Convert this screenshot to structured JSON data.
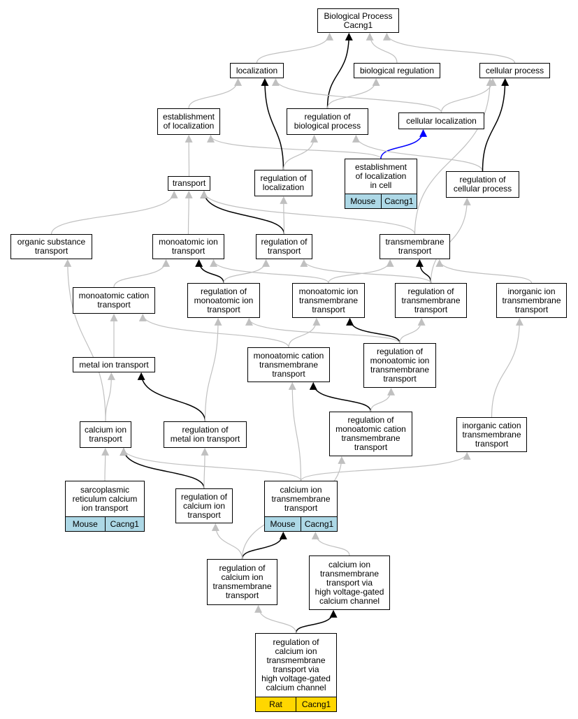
{
  "nodes": {
    "root": {
      "label": "Biological Process\nCacng1"
    },
    "localization": {
      "label": "localization"
    },
    "biological_regulation": {
      "label": "biological regulation"
    },
    "cellular_process": {
      "label": "cellular process"
    },
    "establishment_of_localization": {
      "label": "establishment\nof localization"
    },
    "regulation_of_biological_process": {
      "label": "regulation of\nbiological process"
    },
    "cellular_localization": {
      "label": "cellular localization"
    },
    "establishment_of_localization_in_cell": {
      "label": "establishment\nof localization\nin cell",
      "species": "Mouse",
      "gene": "Cacng1"
    },
    "transport": {
      "label": "transport"
    },
    "regulation_of_localization": {
      "label": "regulation of\nlocalization"
    },
    "regulation_of_cellular_process": {
      "label": "regulation of\ncellular process"
    },
    "organic_substance_transport": {
      "label": "organic substance\ntransport"
    },
    "monoatomic_ion_transport": {
      "label": "monoatomic ion\ntransport"
    },
    "regulation_of_transport": {
      "label": "regulation of\ntransport"
    },
    "transmembrane_transport": {
      "label": "transmembrane\ntransport"
    },
    "monoatomic_cation_transport": {
      "label": "monoatomic cation\ntransport"
    },
    "regulation_of_monoatomic_ion_transport": {
      "label": "regulation of\nmonoatomic ion\ntransport"
    },
    "monoatomic_ion_transmembrane_transport": {
      "label": "monoatomic ion\ntransmembrane\ntransport"
    },
    "regulation_of_transmembrane_transport": {
      "label": "regulation of\ntransmembrane\ntransport"
    },
    "inorganic_ion_transmembrane_transport": {
      "label": "inorganic ion\ntransmembrane\ntransport"
    },
    "metal_ion_transport": {
      "label": "metal ion transport"
    },
    "monoatomic_cation_transmembrane_transport": {
      "label": "monoatomic cation\ntransmembrane\ntransport"
    },
    "regulation_of_monoatomic_ion_transmembrane_transport": {
      "label": "regulation of\nmonoatomic ion\ntransmembrane\ntransport"
    },
    "calcium_ion_transport": {
      "label": "calcium ion\ntransport"
    },
    "regulation_of_metal_ion_transport": {
      "label": "regulation of\nmetal ion transport"
    },
    "regulation_of_monoatomic_cation_transmembrane_transport": {
      "label": "regulation of\nmonoatomic cation\ntransmembrane\ntransport"
    },
    "inorganic_cation_transmembrane_transport": {
      "label": "inorganic cation\ntransmembrane\ntransport"
    },
    "sarcoplasmic_reticulum_calcium_ion_transport": {
      "label": "sarcoplasmic\nreticulum calcium\nion transport",
      "species": "Mouse",
      "gene": "Cacng1"
    },
    "regulation_of_calcium_ion_transport": {
      "label": "regulation of\ncalcium ion\ntransport"
    },
    "calcium_ion_transmembrane_transport": {
      "label": "calcium ion\ntransmembrane\ntransport",
      "species": "Mouse",
      "gene": "Cacng1"
    },
    "regulation_of_calcium_ion_transmembrane_transport": {
      "label": "regulation of\ncalcium ion\ntransmembrane\ntransport"
    },
    "calcium_ion_transmembrane_transport_via_hvg": {
      "label": "calcium ion\ntransmembrane\ntransport via\nhigh voltage-gated\ncalcium channel"
    },
    "regulation_of_calcium_ion_transmembrane_transport_via_hvg": {
      "label": "regulation of\ncalcium ion\ntransmembrane\ntransport via\nhigh voltage-gated\ncalcium channel",
      "species": "Rat",
      "gene": "Cacng1"
    }
  },
  "edge_styles": {
    "is_a": {
      "color": "#c0c0c0"
    },
    "regulates": {
      "color": "#000000"
    },
    "part_of": {
      "color": "#0000ff"
    }
  },
  "annotation_colors": {
    "Mouse": "#add8e6",
    "Rat": "#ffd700"
  }
}
